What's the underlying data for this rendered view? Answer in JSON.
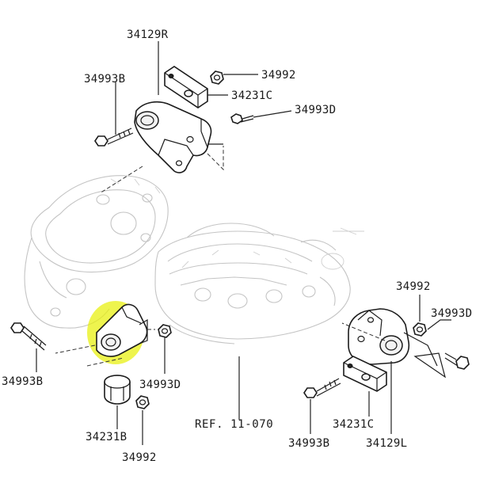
{
  "labels": {
    "p34129R": "34129R",
    "p34992_top": "34992",
    "p34993B_top": "34993B",
    "p34231C_top": "34231C",
    "p34993D_top": "34993D",
    "p34992_right": "34992",
    "p34993D_right": "34993D",
    "p34993B_left": "34993B",
    "p34993D_left": "34993D",
    "ref": "REF. 11-070",
    "p34231C_right": "34231C",
    "p34231B": "34231B",
    "p34992_bottom": "34992",
    "p34993B_bottom": "34993B",
    "p34129L": "34129L"
  },
  "highlight_color": "#e8f00a",
  "icons": [
    "engine-block",
    "transmission-housing",
    "mount-bracket-right",
    "mount-bracket-left",
    "bolt",
    "nut",
    "bushing",
    "stopper-block"
  ]
}
